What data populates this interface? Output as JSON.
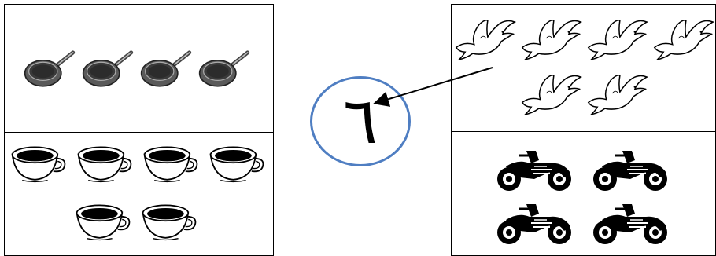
{
  "answer": {
    "numeral": "٦",
    "circle_color": "#4f7ec2"
  },
  "groups": {
    "pans": {
      "count": 4,
      "icon": "frying-pan-icon"
    },
    "cups": {
      "count": 6,
      "icon": "coffee-cup-icon"
    },
    "doves": {
      "count": 6,
      "icon": "dove-icon"
    },
    "motorcycles": {
      "count": 4,
      "icon": "motorcycle-icon"
    }
  },
  "arrow": {
    "from": "doves",
    "to": "numeral"
  }
}
